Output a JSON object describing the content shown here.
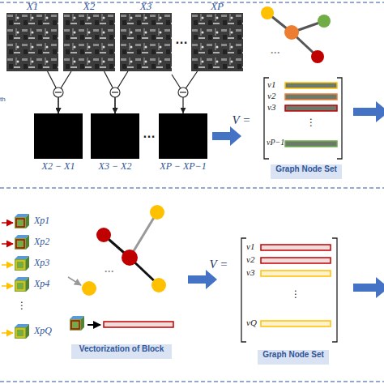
{
  "diagram": {
    "nodes": [
      {
        "text": [
          "X1"
        ]
      },
      {
        "text": [
          "X2"
        ]
      },
      {
        "text": [
          "X3"
        ]
      },
      {
        "text": [
          "XP"
        ]
      },
      {
        "text": [
          "X2 − X1"
        ]
      },
      {
        "text": [
          "X3 − X2"
        ]
      },
      {
        "text": [
          "XP − XP−1"
        ]
      },
      {
        "text": [
          "Graph Node Set"
        ]
      },
      {
        "text": [
          "Vectorization of Block"
        ]
      },
      {
        "text": [
          "Graph Node Set"
        ]
      }
    ],
    "edges": [
      {
        "from": 0,
        "to": 4,
        "arrow": "to"
      },
      {
        "from": 1,
        "to": 4,
        "arrow": "to"
      },
      {
        "from": 1,
        "to": 5,
        "arrow": "to"
      },
      {
        "from": 2,
        "to": 5,
        "arrow": "to"
      },
      {
        "from": 3,
        "to": 6,
        "arrow": "to"
      }
    ],
    "labels": [
      "th",
      "…",
      "…",
      "···",
      "V =",
      "v1",
      "v2",
      "v3",
      "⋮",
      "vP−1",
      "Xp1",
      "Xp2",
      "Xp3",
      "Xp4",
      "⋮",
      "XpQ",
      "···",
      "V =",
      "v1",
      "v2",
      "v3",
      "⋮",
      "vQ"
    ]
  }
}
